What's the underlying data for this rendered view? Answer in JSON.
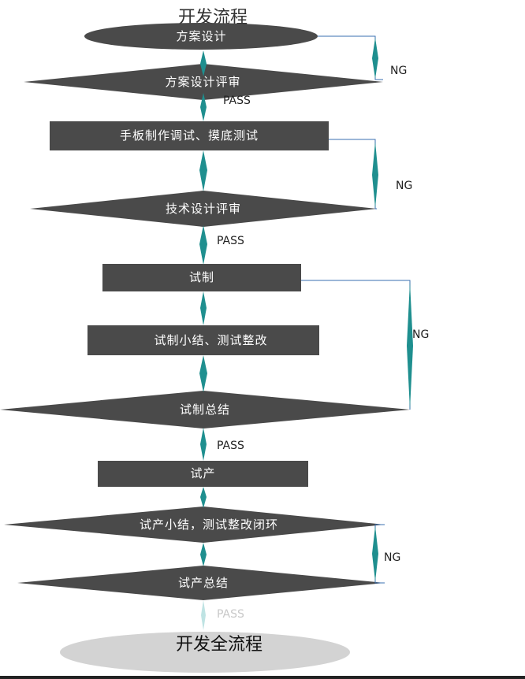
{
  "title": "开发流程",
  "footer": "开发全流程",
  "colors": {
    "node": "#4a4a4a",
    "connector": "#1f8f8f",
    "loop_line": "#3a6fb0",
    "end_node": "#d3d3d3"
  },
  "nodes": {
    "n1": "方案设计",
    "n2": "方案设计评审",
    "n3": "手板制作调试、摸底测试",
    "n4": "技术设计评审",
    "n5": "试制",
    "n6": "试制小结、测试整改",
    "n7": "试制总结",
    "n8": "试产",
    "n9": "试产小结，测试整改闭环",
    "n10": "试产总结"
  },
  "edges": {
    "pass1": "PASS",
    "pass2": "PASS",
    "pass3": "PASS",
    "pass4": "PASS",
    "ng1": "NG",
    "ng2": "NG",
    "ng3": "NG",
    "ng4": "NG"
  }
}
